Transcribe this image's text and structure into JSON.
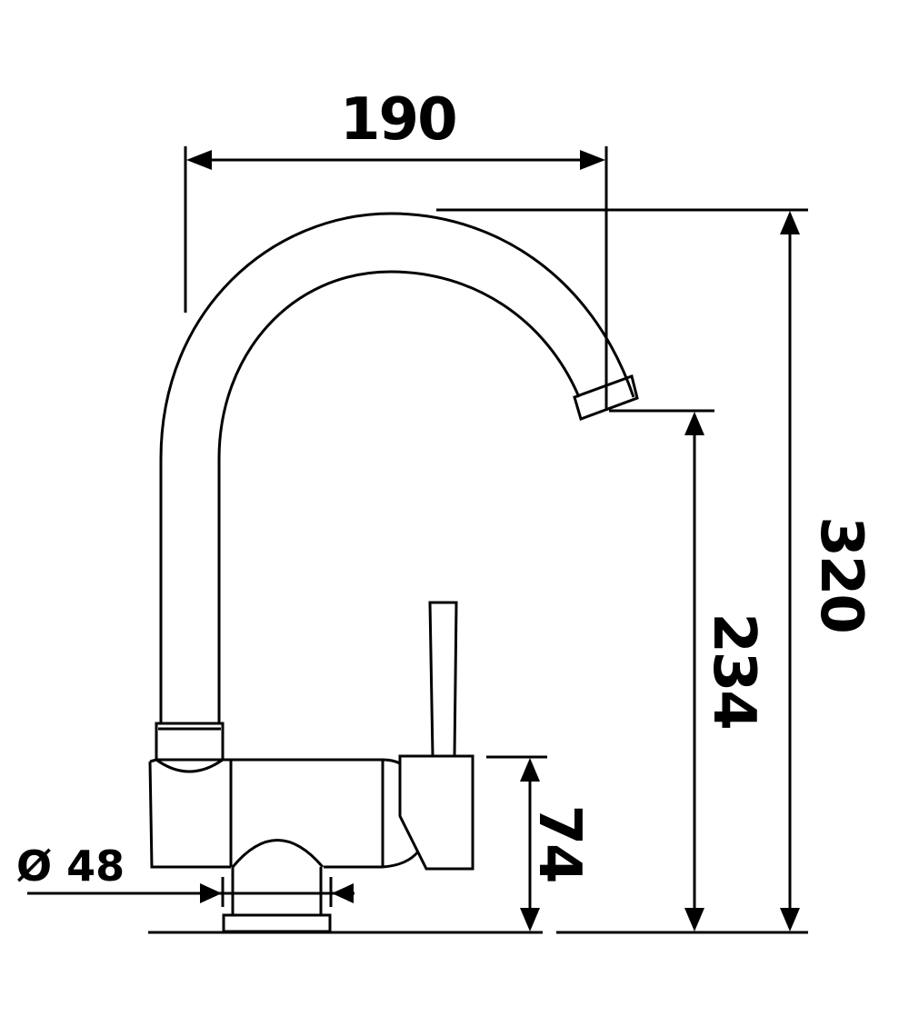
{
  "drawing": {
    "subject": "Kitchen faucet side-view dimension drawing",
    "line_color": "#000000",
    "background_color": "#ffffff",
    "units": "mm"
  },
  "dimensions": {
    "spout_reach": {
      "label": "190",
      "value": 190,
      "orientation": "horizontal"
    },
    "total_height": {
      "label": "320",
      "value": 320,
      "orientation": "vertical"
    },
    "spout_outlet_height": {
      "label": "234",
      "value": 234,
      "orientation": "vertical"
    },
    "body_height": {
      "label": "74",
      "value": 74,
      "orientation": "vertical"
    },
    "base_diameter": {
      "label": "Ø 48",
      "value": 48,
      "symbol": "Ø",
      "orientation": "horizontal"
    }
  },
  "components": [
    {
      "id": "spout",
      "name": "Swivel spout (gooseneck)"
    },
    {
      "id": "aerator",
      "name": "Spout outlet / aerator"
    },
    {
      "id": "swivel-collar",
      "name": "Spout swivel collar"
    },
    {
      "id": "body",
      "name": "Mixer body"
    },
    {
      "id": "lever",
      "name": "Single lever handle"
    },
    {
      "id": "cartridge-housing",
      "name": "Cartridge housing"
    },
    {
      "id": "base",
      "name": "Mounting base"
    },
    {
      "id": "countertop",
      "name": "Countertop line"
    }
  ]
}
